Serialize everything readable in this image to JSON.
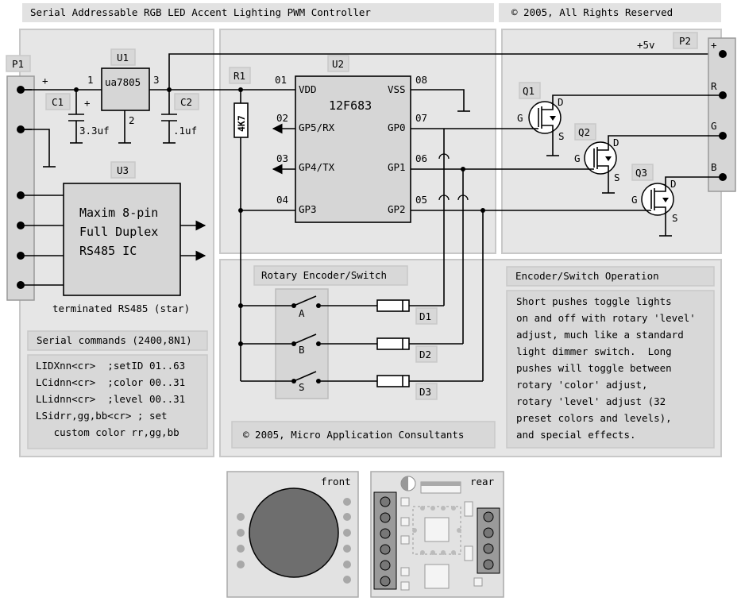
{
  "header": {
    "title": "Serial Addressable RGB LED Accent Lighting PWM Controller",
    "copyright": "© 2005, All Rights Reserved"
  },
  "components": {
    "p1": "P1",
    "p2": "P2",
    "u1": "U1",
    "u1_part": "ua7805",
    "u1_pin1": "1",
    "u1_pin2": "2",
    "u1_pin3": "3",
    "c1": "C1",
    "c1_value": "3.3uf",
    "c2": "C2",
    "c2_value": ".1uf",
    "plus": "+",
    "plus5v": "+5v",
    "r1": "R1",
    "r1_value": "4K7",
    "u2": "U2",
    "u2_part": "12F683",
    "u3": "U3",
    "u3_line1": "Maxim 8-pin",
    "u3_line2": "Full Duplex",
    "u3_line3": "RS485 IC",
    "rs485_note": "terminated RS485 (star)",
    "q1": "Q1",
    "q2": "Q2",
    "q3": "Q3",
    "gate": "G",
    "drain": "D",
    "source": "S",
    "p2_r": "R",
    "p2_g": "G",
    "p2_b": "B",
    "d1": "D1",
    "d2": "D2",
    "d3": "D3",
    "sw_a": "A",
    "sw_b": "B",
    "sw_s": "S"
  },
  "u2_pins": {
    "vdd_num": "01",
    "vdd": "VDD",
    "gp5_num": "02",
    "gp5": "GP5/RX",
    "gp4_num": "03",
    "gp4": "GP4/TX",
    "gp3_num": "04",
    "gp3": "GP3",
    "vss_num": "08",
    "vss": "VSS",
    "gp0_num": "07",
    "gp0": "GP0",
    "gp1_num": "06",
    "gp1": "GP1",
    "gp2_num": "05",
    "gp2": "GP2"
  },
  "rotary": {
    "title": "Rotary Encoder/Switch"
  },
  "serial": {
    "title": "Serial commands (2400,8N1)",
    "lines": "LIDXnn<cr>  ;setID 01..63\nLCidnn<cr>  ;color 00..31\nLLidnn<cr>  ;level 00..31\nLSidrr,gg,bb<cr> ; set\n   custom color rr,gg,bb"
  },
  "bottom_copyright": "© 2005, Micro Application Consultants",
  "operation": {
    "title": "Encoder/Switch Operation",
    "text": "Short pushes toggle lights\non and off with rotary 'level'\nadjust, much like a standard\nlight dimmer switch.  Long\npushes will toggle between\nrotary 'color' adjust,\nrotary 'level' adjust (32\npreset colors and levels),\nand special effects."
  },
  "boards": {
    "front": "front",
    "rear": "rear"
  },
  "colors": {
    "panel": "#e6e6e6",
    "box": "#d8d8d8",
    "knob": "#6e6e6e",
    "pad": "#a8a8a8"
  }
}
